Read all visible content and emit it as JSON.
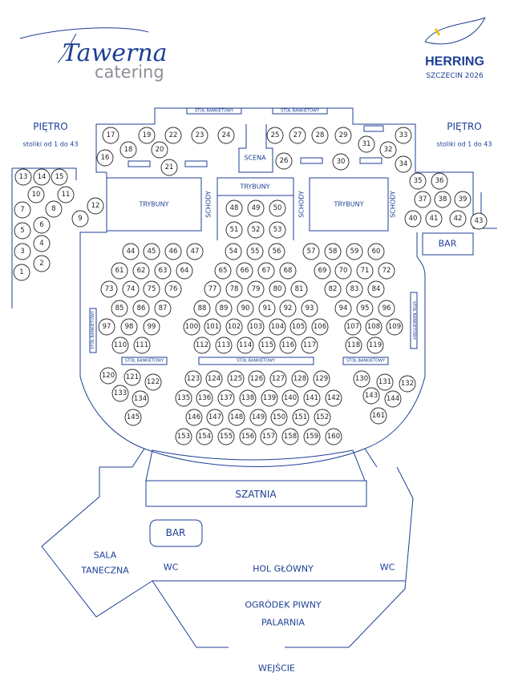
{
  "logos": {
    "taverna": {
      "script": "Tawerna",
      "sub": "catering"
    },
    "herring": {
      "name": "HERRING",
      "city": "SZCZECIN 2026",
      "colors": {
        "navy": "#1c3f94",
        "yellow": "#f2c200"
      }
    }
  },
  "floor_labels": {
    "left": {
      "title": "PIĘTRO",
      "sub": "stoliki od 1 do 43"
    },
    "right": {
      "title": "PIĘTRO",
      "sub": "stoliki od 1 do 43"
    }
  },
  "areas": {
    "scena": "SCENA",
    "trybuny": "TRYBUNY",
    "schody": "SCHODY",
    "stol_bankietowy": "STÓŁ BANKIETOWY",
    "bar": "BAR",
    "szatnia": "SZATNIA",
    "sala_taneczna_1": "SALA",
    "sala_taneczna_2": "TANECZNA",
    "wc": "WC",
    "hol": "HOL GŁÓWNY",
    "ogrodek_1": "OGRÓDEK PIWNY",
    "ogrodek_2": "PALARNIA",
    "wejscie": "WEJŚCIE"
  },
  "tables": [
    [
      "1",
      27,
      340
    ],
    [
      "2",
      52,
      329
    ],
    [
      "3",
      28,
      314
    ],
    [
      "4",
      52,
      304
    ],
    [
      "5",
      28,
      288
    ],
    [
      "6",
      52,
      281
    ],
    [
      "7",
      28,
      262
    ],
    [
      "8",
      67,
      261
    ],
    [
      "9",
      100,
      273
    ],
    [
      "10",
      45,
      243
    ],
    [
      "11",
      82,
      243
    ],
    [
      "12",
      119,
      257
    ],
    [
      "13",
      29,
      221
    ],
    [
      "14",
      52,
      221
    ],
    [
      "15",
      74,
      221
    ],
    [
      "16",
      131,
      197
    ],
    [
      "17",
      138,
      169
    ],
    [
      "18",
      160,
      187
    ],
    [
      "19",
      183,
      169
    ],
    [
      "20",
      199,
      187
    ],
    [
      "21",
      211,
      209
    ],
    [
      "22",
      216,
      169
    ],
    [
      "23",
      249,
      169
    ],
    [
      "24",
      282,
      169
    ],
    [
      "25",
      343,
      169
    ],
    [
      "26",
      354,
      201
    ],
    [
      "27",
      371,
      169
    ],
    [
      "28",
      399,
      169
    ],
    [
      "29",
      428,
      169
    ],
    [
      "30",
      425,
      202
    ],
    [
      "31",
      457,
      180
    ],
    [
      "32",
      484,
      187
    ],
    [
      "33",
      503,
      169
    ],
    [
      "34",
      503,
      205
    ],
    [
      "35",
      521,
      226
    ],
    [
      "36",
      548,
      226
    ],
    [
      "37",
      527,
      249
    ],
    [
      "38",
      552,
      249
    ],
    [
      "39",
      577,
      249
    ],
    [
      "40",
      515,
      273
    ],
    [
      "41",
      541,
      273
    ],
    [
      "42",
      571,
      273
    ],
    [
      "43",
      597,
      276
    ],
    [
      "44",
      163,
      314
    ],
    [
      "45",
      189,
      314
    ],
    [
      "46",
      216,
      314
    ],
    [
      "47",
      243,
      314
    ],
    [
      "48",
      292,
      260
    ],
    [
      "49",
      319,
      260
    ],
    [
      "50",
      346,
      260
    ],
    [
      "51",
      292,
      287
    ],
    [
      "52",
      319,
      287
    ],
    [
      "53",
      346,
      287
    ],
    [
      "54",
      291,
      314
    ],
    [
      "55",
      318,
      314
    ],
    [
      "56",
      345,
      314
    ],
    [
      "57",
      388,
      314
    ],
    [
      "58",
      415,
      314
    ],
    [
      "59",
      442,
      314
    ],
    [
      "60",
      469,
      314
    ],
    [
      "61",
      149,
      338
    ],
    [
      "62",
      176,
      338
    ],
    [
      "63",
      203,
      338
    ],
    [
      "64",
      230,
      338
    ],
    [
      "65",
      278,
      338
    ],
    [
      "66",
      305,
      338
    ],
    [
      "67",
      332,
      338
    ],
    [
      "68",
      359,
      338
    ],
    [
      "69",
      402,
      338
    ],
    [
      "70",
      428,
      338
    ],
    [
      "71",
      455,
      338
    ],
    [
      "72",
      482,
      338
    ],
    [
      "73",
      136,
      361
    ],
    [
      "74",
      163,
      361
    ],
    [
      "75",
      189,
      361
    ],
    [
      "76",
      216,
      361
    ],
    [
      "77",
      265,
      361
    ],
    [
      "78",
      292,
      361
    ],
    [
      "79",
      319,
      361
    ],
    [
      "80",
      346,
      361
    ],
    [
      "81",
      373,
      361
    ],
    [
      "82",
      415,
      361
    ],
    [
      "83",
      442,
      361
    ],
    [
      "84",
      469,
      361
    ],
    [
      "85",
      149,
      385
    ],
    [
      "86",
      176,
      385
    ],
    [
      "87",
      203,
      385
    ],
    [
      "88",
      252,
      385
    ],
    [
      "89",
      279,
      385
    ],
    [
      "90",
      306,
      385
    ],
    [
      "91",
      333,
      385
    ],
    [
      "92",
      359,
      385
    ],
    [
      "93",
      386,
      385
    ],
    [
      "94",
      428,
      385
    ],
    [
      "95",
      455,
      385
    ],
    [
      "96",
      482,
      385
    ],
    [
      "97",
      133,
      408
    ],
    [
      "98",
      161,
      408
    ],
    [
      "99",
      189,
      408
    ],
    [
      "100",
      239,
      408
    ],
    [
      "101",
      265,
      408
    ],
    [
      "102",
      292,
      408
    ],
    [
      "103",
      319,
      408
    ],
    [
      "104",
      346,
      408
    ],
    [
      "105",
      372,
      408
    ],
    [
      "106",
      399,
      408
    ],
    [
      "107",
      440,
      408
    ],
    [
      "108",
      466,
      408
    ],
    [
      "109",
      492,
      408
    ],
    [
      "110",
      150,
      431
    ],
    [
      "111",
      177,
      431
    ],
    [
      "112",
      252,
      431
    ],
    [
      "113",
      279,
      431
    ],
    [
      "114",
      306,
      431
    ],
    [
      "115",
      333,
      431
    ],
    [
      "116",
      359,
      431
    ],
    [
      "117",
      386,
      431
    ],
    [
      "118",
      441,
      431
    ],
    [
      "119",
      468,
      431
    ],
    [
      "120",
      135,
      469
    ],
    [
      "121",
      165,
      471
    ],
    [
      "122",
      191,
      477
    ],
    [
      "123",
      241,
      473
    ],
    [
      "124",
      267,
      473
    ],
    [
      "125",
      294,
      473
    ],
    [
      "126",
      320,
      473
    ],
    [
      "127",
      347,
      473
    ],
    [
      "128",
      374,
      473
    ],
    [
      "129",
      401,
      473
    ],
    [
      "130",
      451,
      473
    ],
    [
      "131",
      480,
      477
    ],
    [
      "132",
      508,
      479
    ],
    [
      "133",
      150,
      491
    ],
    [
      "134",
      175,
      498
    ],
    [
      "135",
      229,
      497
    ],
    [
      "136",
      255,
      497
    ],
    [
      "137",
      282,
      497
    ],
    [
      "138",
      309,
      497
    ],
    [
      "139",
      336,
      497
    ],
    [
      "140",
      362,
      497
    ],
    [
      "141",
      389,
      497
    ],
    [
      "142",
      416,
      497
    ],
    [
      "143",
      463,
      494
    ],
    [
      "144",
      490,
      498
    ],
    [
      "145",
      166,
      521
    ],
    [
      "146",
      242,
      521
    ],
    [
      "147",
      268,
      521
    ],
    [
      "148",
      295,
      521
    ],
    [
      "149",
      322,
      521
    ],
    [
      "150",
      348,
      521
    ],
    [
      "151",
      375,
      521
    ],
    [
      "152",
      402,
      521
    ],
    [
      "161",
      472,
      519
    ],
    [
      "153",
      229,
      545
    ],
    [
      "154",
      255,
      545
    ],
    [
      "155",
      282,
      545
    ],
    [
      "156",
      309,
      545
    ],
    [
      "157",
      335,
      545
    ],
    [
      "158",
      362,
      545
    ],
    [
      "159",
      389,
      545
    ],
    [
      "160",
      416,
      545
    ]
  ]
}
